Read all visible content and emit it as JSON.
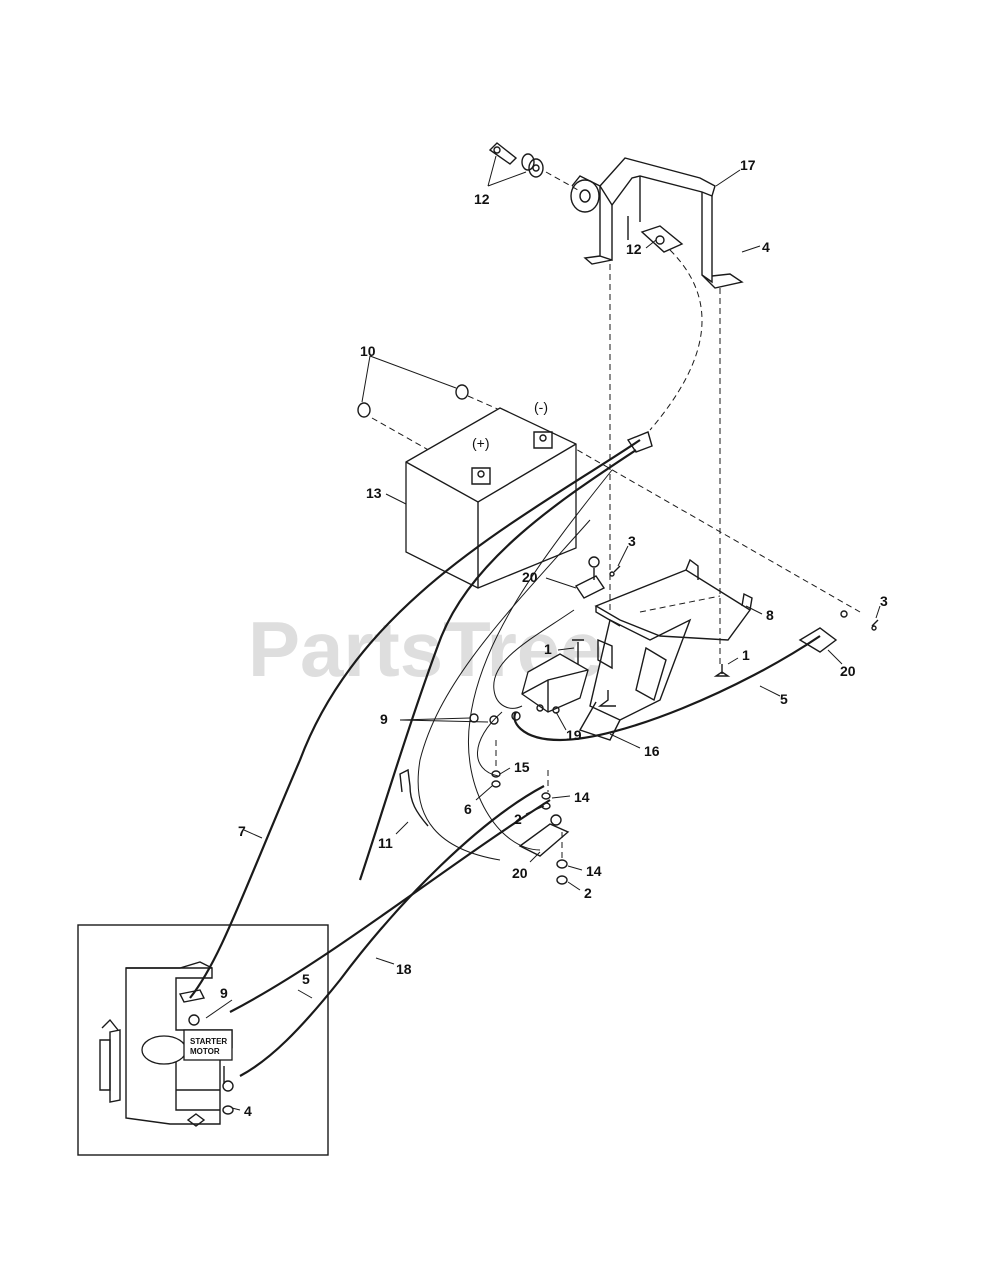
{
  "watermark": "PartsTree",
  "battery_terminals": {
    "positive": "(+)",
    "negative": "(-)"
  },
  "inset_label": "STARTER MOTOR",
  "callouts": {
    "c17": "17",
    "c12a": "12",
    "c12b": "12",
    "c4a": "4",
    "c10": "10",
    "c13": "13",
    "c3a": "3",
    "c20a": "20",
    "c8": "8",
    "c3b": "3",
    "c1a": "1",
    "c1b": "1",
    "c20b": "20",
    "c5a": "5",
    "c9a": "9",
    "c19": "19",
    "c16": "16",
    "c15": "15",
    "c6": "6",
    "c14a": "14",
    "c2a": "2",
    "c11": "11",
    "c7": "7",
    "c20c": "20",
    "c14b": "14",
    "c2b": "2",
    "c18": "18",
    "c5b": "5",
    "c9b": "9",
    "c4b": "4"
  }
}
